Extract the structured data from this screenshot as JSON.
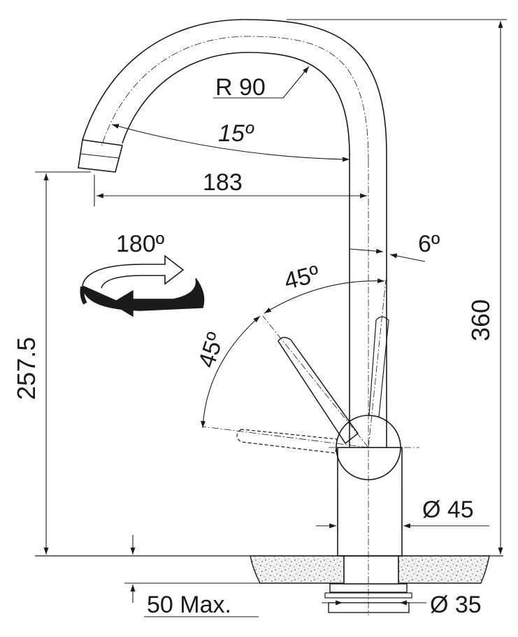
{
  "dimensions": {
    "radius": "R 90",
    "spout_angle": "15º",
    "reach": "183",
    "swivel": "180º",
    "lever_tilt": "6º",
    "lever_upper_angle": "45º",
    "lever_lower_angle": "45º",
    "height_to_spout": "257.5",
    "total_height": "360",
    "body_diameter": "Ø 45",
    "mounting_hole": "Ø 35",
    "worktop_thickness": "50 Max."
  }
}
